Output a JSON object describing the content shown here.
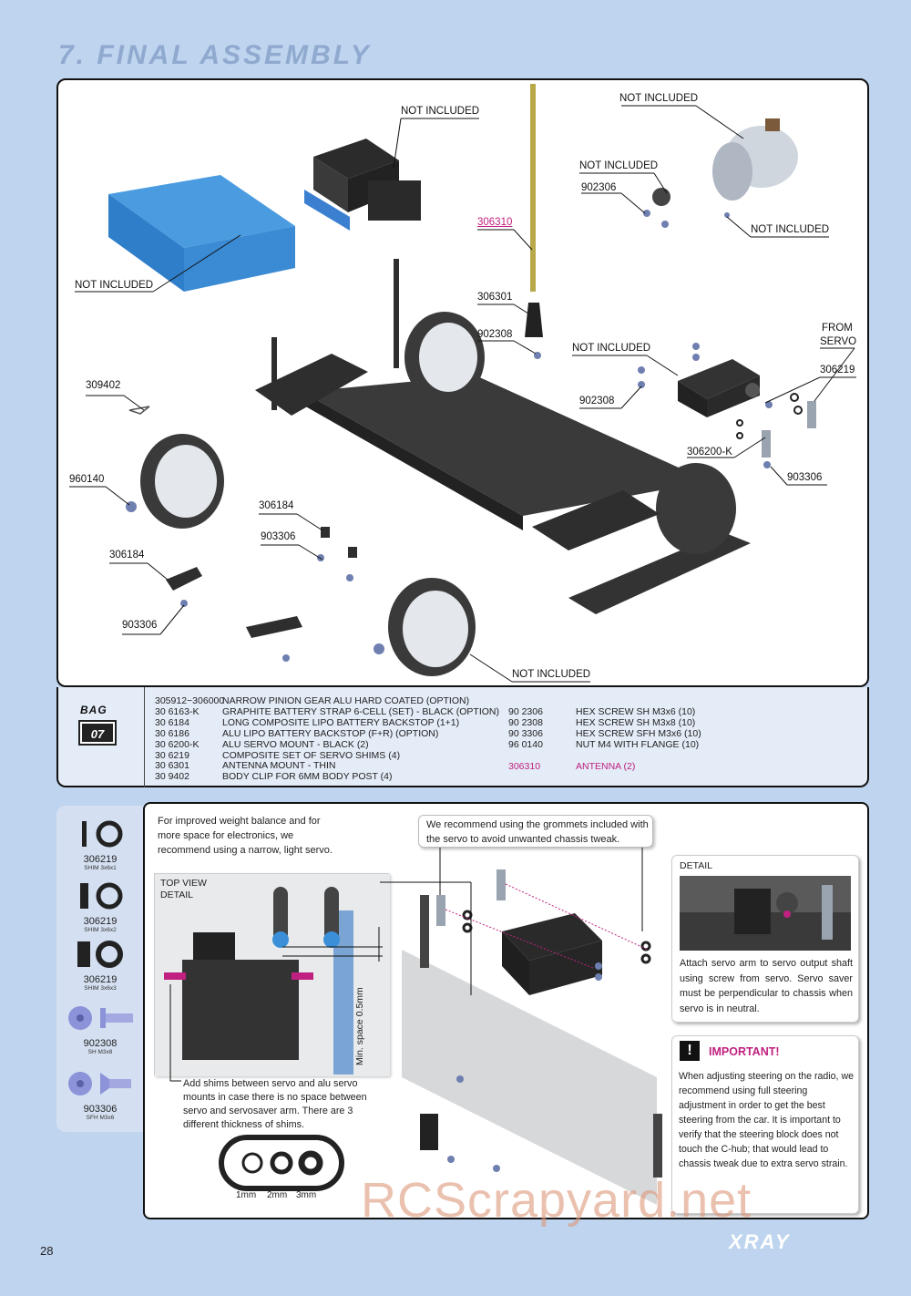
{
  "page": {
    "title": "7. FINAL ASSEMBLY",
    "page_number": "28",
    "brand": "XRAY",
    "watermark": "RCScrapyard.net"
  },
  "diagram_labels": {
    "not_included": "NOT INCLUDED",
    "from_servo_1": "FROM",
    "from_servo_2": "SERVO",
    "p306310": "306310",
    "p306301": "306301",
    "p902308": "902308",
    "p902306": "902306",
    "p306219": "306219",
    "p306200k": "306200-K",
    "p903306": "903306",
    "p309402": "309402",
    "p960140": "960140",
    "p306184": "306184"
  },
  "bag": {
    "word": "BAG",
    "number": "07",
    "parts_left": [
      {
        "code": "305912−306000",
        "desc": "NARROW PINION GEAR ALU HARD COATED (OPTION)"
      },
      {
        "code": "30 6163-K",
        "desc": "GRAPHITE BATTERY STRAP 6-CELL (SET) - BLACK (OPTION)"
      },
      {
        "code": "30 6184",
        "desc": "LONG COMPOSITE LIPO BATTERY BACKSTOP (1+1)"
      },
      {
        "code": "30 6186",
        "desc": "ALU LIPO BATTERY BACKSTOP (F+R) (OPTION)"
      },
      {
        "code": "30 6200-K",
        "desc": "ALU SERVO MOUNT - BLACK (2)"
      },
      {
        "code": "30 6219",
        "desc": "COMPOSITE SET OF SERVO SHIMS (4)"
      },
      {
        "code": "30 6301",
        "desc": "ANTENNA MOUNT - THIN"
      },
      {
        "code": "30 9402",
        "desc": "BODY CLIP FOR 6MM BODY POST (4)"
      }
    ],
    "parts_right": [
      {
        "code": "90 2306",
        "desc": "HEX SCREW SH M3x6  (10)"
      },
      {
        "code": "90 2308",
        "desc": "HEX SCREW SH M3x8  (10)"
      },
      {
        "code": "90 3306",
        "desc": "HEX SCREW SFH M3x6  (10)"
      },
      {
        "code": "96 0140",
        "desc": "NUT M4 WITH FLANGE  (10)"
      }
    ],
    "parts_right_pink": {
      "code": "306310",
      "desc": "ANTENNA (2)"
    }
  },
  "hardware": [
    {
      "code": "306219",
      "sub": "SHIM 3x6x1"
    },
    {
      "code": "306219",
      "sub": "SHIM 3x6x2"
    },
    {
      "code": "306219",
      "sub": "SHIM 3x6x3"
    },
    {
      "code": "902308",
      "sub": "SH M3x8"
    },
    {
      "code": "903306",
      "sub": "SFH M3x6"
    }
  ],
  "instructions": {
    "weight_note": "For improved weight balance and for more space for electronics, we recommend using a narrow, light servo.",
    "grommet_note": "We recommend using the grommets included with the servo to avoid unwanted chassis tweak.",
    "top_view_1": "TOP VIEW",
    "top_view_2": "DETAIL",
    "min_space": "Min. space 0.5mm",
    "shim_note": "Add shims between servo and alu servo mounts in case there is no space between servo and servosaver arm. There are 3 different thickness of shims.",
    "shim_sizes": [
      "1mm",
      "2mm",
      "3mm"
    ],
    "detail_title": "DETAIL",
    "detail_note": "Attach servo arm to servo output shaft using screw from servo. Servo saver must be perpendicular to chassis when servo is in neutral.",
    "important_title": "IMPORTANT!",
    "important_note": "When adjusting steering on the radio, we recommend using full steering adjustment in order to get the best steering from the car. It is important to verify that the steering block does not touch the C-hub; that would lead to chassis tweak due to extra servo strain."
  }
}
